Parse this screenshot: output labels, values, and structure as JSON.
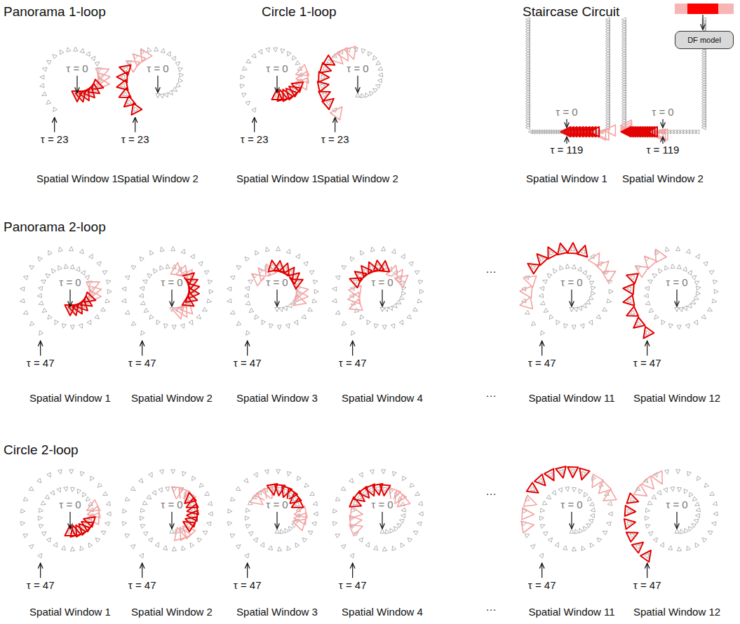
{
  "diagram": {
    "nodes": [
      {
        "text": [
          "DF model"
        ]
      }
    ],
    "labels": [
      "Panorama 1-loop",
      "Circle 1-loop",
      "Staircase Circuit",
      "τ = 0",
      "τ = 23",
      "Spatial Window 1",
      "τ = 0",
      "τ = 23",
      "Spatial Window 2",
      "τ = 0",
      "τ = 23",
      "Spatial Window 1",
      "τ = 0",
      "τ = 23",
      "Spatial Window 2",
      "τ = 0",
      "τ = 119",
      "Spatial Window 1",
      "τ = 0",
      "τ = 119",
      "Spatial Window 2",
      "Panorama 2-loop",
      "τ = 0",
      "τ = 47",
      "Spatial Window 1",
      "τ = 0",
      "τ = 47",
      "Spatial Window 2",
      "τ = 0",
      "τ = 47",
      "Spatial Window 3",
      "τ = 0",
      "τ = 47",
      "Spatial Window 4",
      "τ = 0",
      "τ = 47",
      "Spatial Window 11",
      "τ = 0",
      "τ = 47",
      "Spatial Window 12",
      "···",
      "···",
      "Circle 2-loop",
      "τ = 0",
      "τ = 47",
      "Spatial Window 1",
      "τ = 0",
      "τ = 47",
      "Spatial Window 2",
      "τ = 0",
      "τ = 47",
      "Spatial Window 3",
      "τ = 0",
      "τ = 47",
      "Spatial Window 4",
      "τ = 0",
      "τ = 47",
      "Spatial Window 11",
      "τ = 0",
      "τ = 47",
      "Spatial Window 12",
      "···",
      "···"
    ]
  }
}
